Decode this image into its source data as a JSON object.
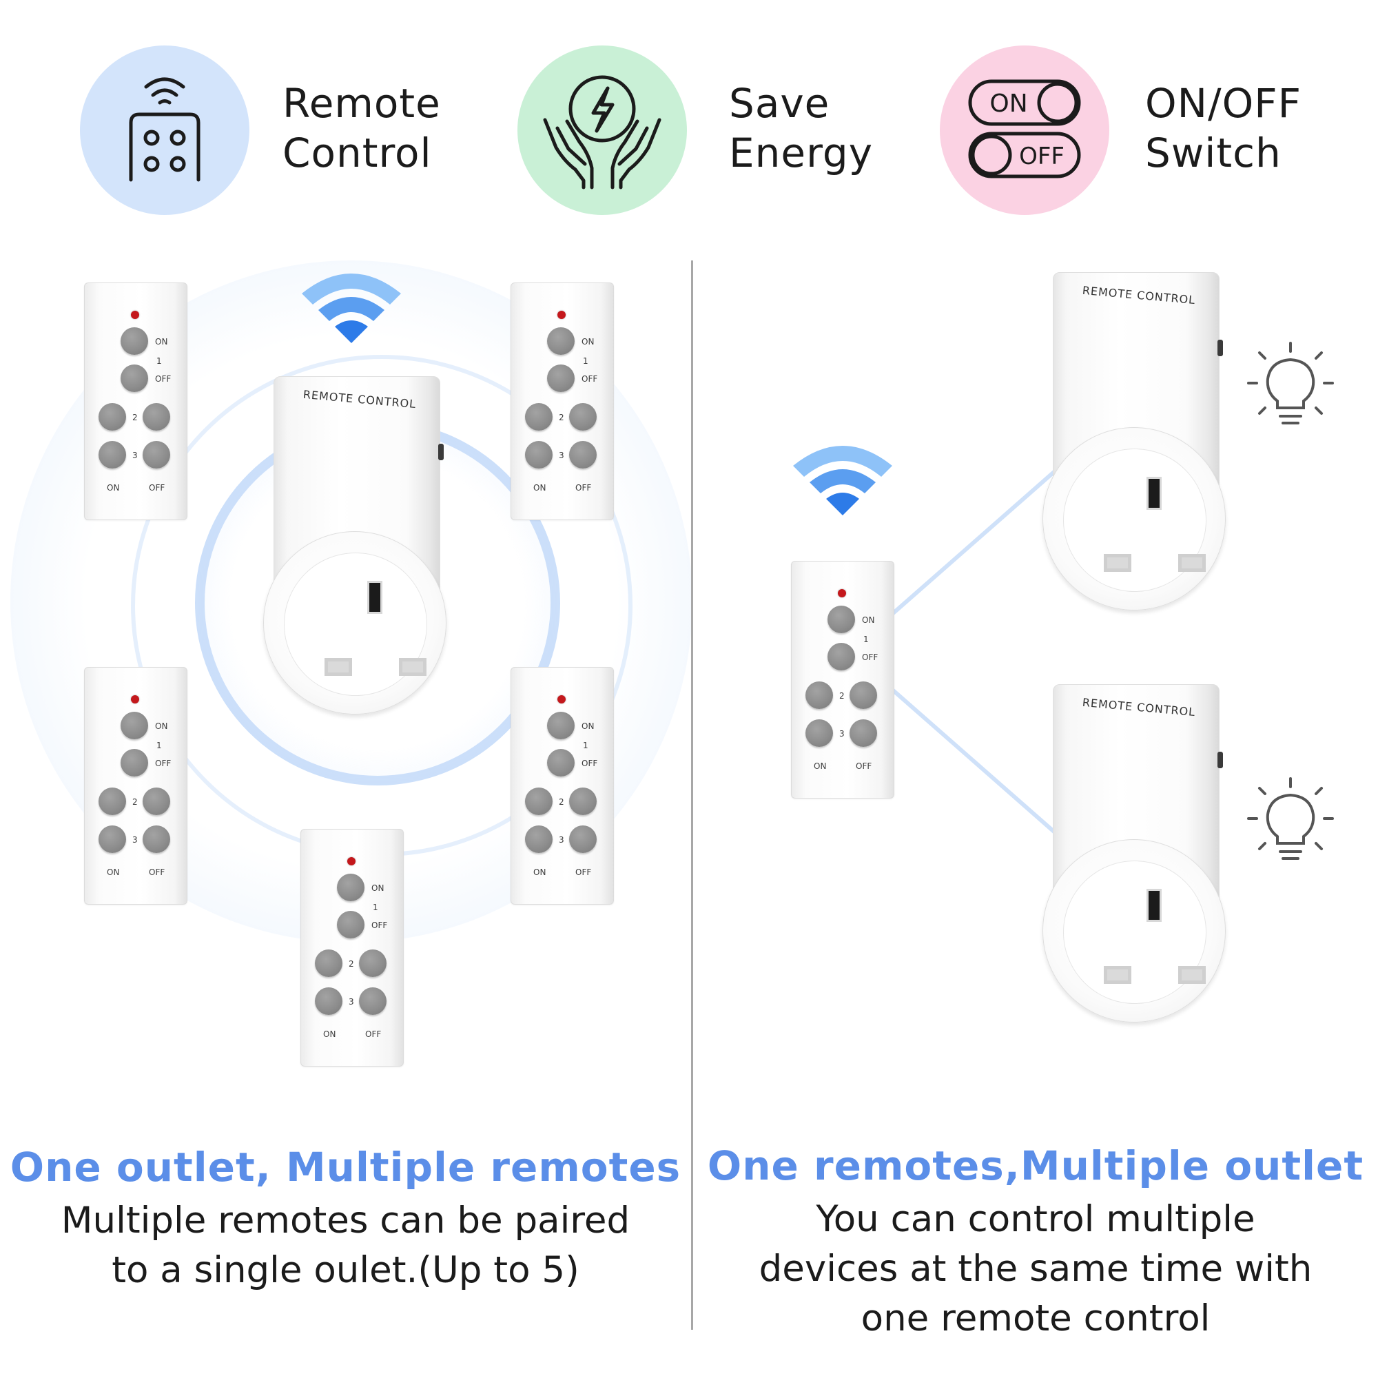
{
  "features": [
    {
      "icon": "remote-control-icon",
      "line1": "Remote",
      "line2": "Control",
      "circle_color": "#d3e4fb"
    },
    {
      "icon": "save-energy-icon",
      "line1": "Save",
      "line2": "Energy",
      "circle_color": "#c9f0d6"
    },
    {
      "icon": "on-off-toggle-icon",
      "line1": "ON/OFF",
      "line2": "Switch",
      "circle_color": "#fbd2e3",
      "toggle_on": "ON",
      "toggle_off": "OFF"
    }
  ],
  "remote": {
    "on": "ON",
    "ch1": "1",
    "off": "OFF",
    "ch2": "2",
    "ch3": "3"
  },
  "outlet": {
    "brand": "REMOTE CONTROL"
  },
  "left_panel": {
    "title": "One outlet, Multiple remotes",
    "body_lines": [
      "Multiple remotes can be paired",
      "to a single oulet.(Up to 5)"
    ]
  },
  "right_panel": {
    "title": "One remotes,Multiple outlet",
    "body_lines": [
      "You can control multiple",
      "devices at the same time with",
      "one remote control"
    ]
  },
  "colors": {
    "accent_blue": "#5b8ee8",
    "wifi_light": "#8ec2f8",
    "wifi_mid": "#5b9ef0",
    "wifi_dark": "#2d7be8",
    "led_red": "#c4181c"
  }
}
